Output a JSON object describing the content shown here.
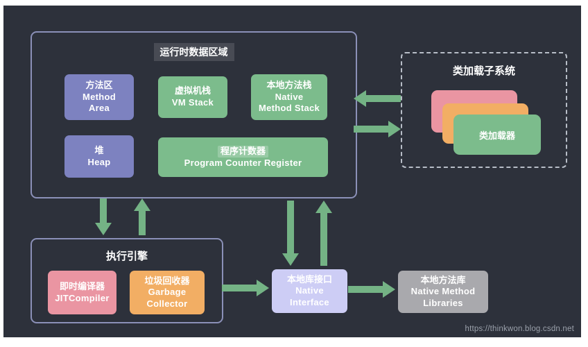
{
  "colors": {
    "canvas_bg": "#2d313b",
    "panel_border": "#8b90b8",
    "dashed_border": "#b8bec8",
    "purple_box": "#7d82c0",
    "green_box": "#7cbc8c",
    "pink_box": "#ea95a2",
    "orange_box": "#f2ae64",
    "lavender_box": "#cdcdf5",
    "gray_box": "#a9a9ad",
    "arrow": "#74b385",
    "text": "#ffffff"
  },
  "runtime": {
    "title": "运行时数据区域",
    "method_area": {
      "zh": "方法区",
      "en": "Method\nArea"
    },
    "vm_stack": {
      "zh": "虚拟机栈",
      "en": "VM Stack"
    },
    "native_method_stack": {
      "zh": "本地方法栈",
      "en": "Native\nMethod Stack"
    },
    "heap": {
      "zh": "堆",
      "en": "Heap"
    },
    "pc_register": {
      "zh": "程序计数器",
      "en": "Program Counter Register"
    }
  },
  "classloader": {
    "title": "类加载子系统",
    "card_label": "类加载器"
  },
  "engine": {
    "title": "执行引擎",
    "jit": {
      "zh": "即时编译器",
      "en": "JITCompiler"
    },
    "gc": {
      "zh": "垃圾回收器",
      "en": "Garbage\nCollector"
    }
  },
  "native_interface": {
    "zh": "本地库接口",
    "en": "Native\nInterface"
  },
  "native_libraries": {
    "zh": "本地方法库",
    "en": "Native Method\nLibraries"
  },
  "arrows": [
    {
      "from": "classloader",
      "to": "runtime-data-area",
      "direction": "left"
    },
    {
      "from": "runtime-data-area",
      "to": "classloader",
      "direction": "right"
    },
    {
      "from": "runtime-data-area",
      "to": "execution-engine",
      "direction": "down"
    },
    {
      "from": "execution-engine",
      "to": "runtime-data-area",
      "direction": "up"
    },
    {
      "from": "runtime-data-area",
      "to": "native-interface",
      "direction": "down"
    },
    {
      "from": "native-interface",
      "to": "runtime-data-area",
      "direction": "up"
    },
    {
      "from": "execution-engine",
      "to": "native-interface",
      "direction": "right"
    },
    {
      "from": "native-interface",
      "to": "native-libraries",
      "direction": "right"
    }
  ],
  "watermark": "https://thinkwon.blog.csdn.net"
}
